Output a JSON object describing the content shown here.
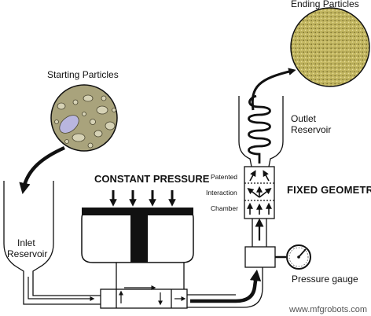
{
  "labels": {
    "ending_particles": "Ending Particles",
    "starting_particles": "Starting Particles",
    "outlet_reservoir_line1": "Outlet",
    "outlet_reservoir_line2": "Reservoir",
    "constant_pressure": "CONSTANT PRESSURE",
    "fixed_geometry": "FIXED GEOMETRY",
    "chamber_line1": "Patented",
    "chamber_line2": "Interaction",
    "chamber_line3": "Chamber",
    "inlet_reservoir_line1": "Inlet",
    "inlet_reservoir_line2": "Reservoir",
    "pressure_gauge": "Pressure gauge"
  },
  "watermark": "www.mfgrobots.com",
  "colors": {
    "line": "#111111",
    "fill_light": "#ffffff",
    "starting_particles_bg": "#a9a37c",
    "ending_particles_bg": "#bdb25c"
  }
}
